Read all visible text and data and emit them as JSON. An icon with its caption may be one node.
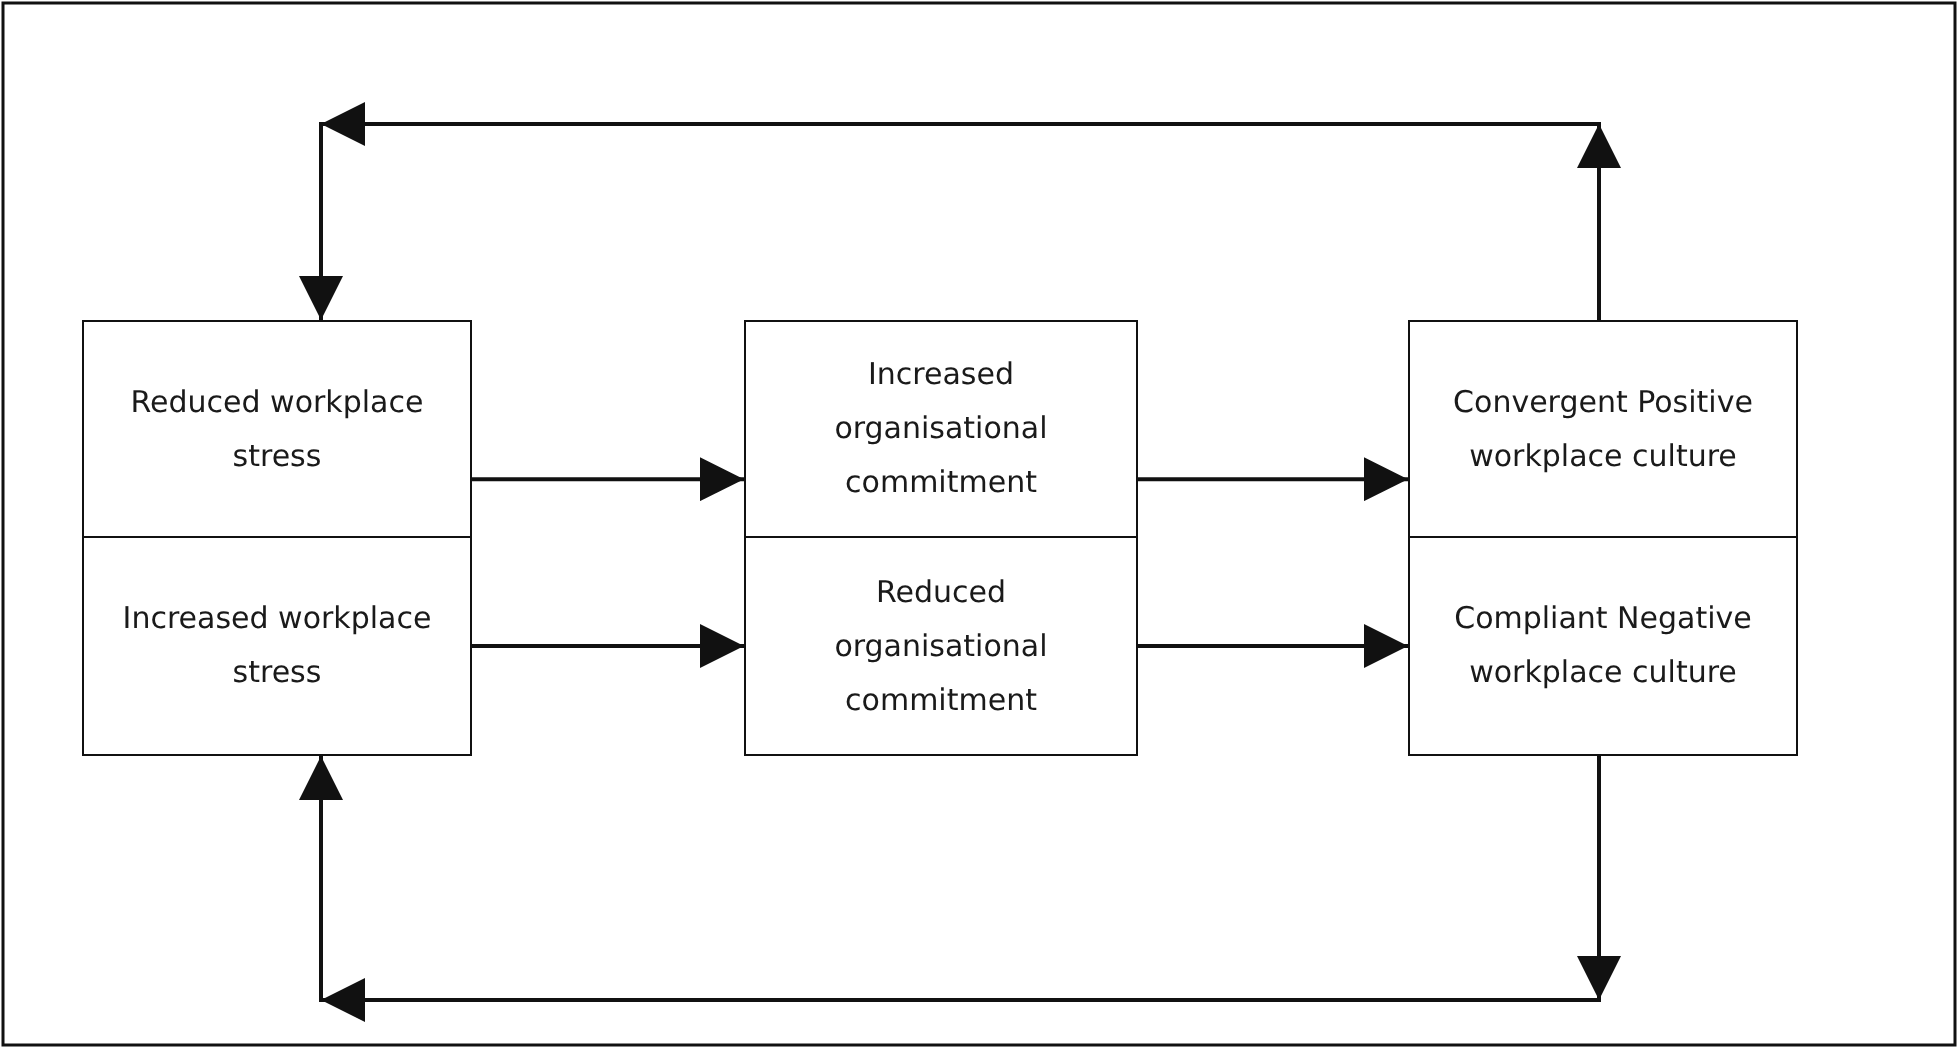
{
  "diagram": {
    "nodes": [
      {
        "text": [
          "Reduced workplace stress"
        ]
      },
      {
        "text": [
          "Increased workplace stress"
        ]
      },
      {
        "text": [
          "Increased organisational commitment"
        ]
      },
      {
        "text": [
          "Reduced organisational commitment"
        ]
      },
      {
        "text": [
          "Convergent Positive workplace culture"
        ]
      },
      {
        "text": [
          "Compliant Negative workplace culture"
        ]
      }
    ],
    "edges": [
      {
        "from": 0,
        "to": 2,
        "arrow": "to"
      },
      {
        "from": 1,
        "to": 3,
        "arrow": "to"
      },
      {
        "from": 2,
        "to": 4,
        "arrow": "to"
      },
      {
        "from": 3,
        "to": 5,
        "arrow": "to"
      },
      {
        "from": 4,
        "to": 0,
        "arrow": "to"
      },
      {
        "from": 5,
        "to": 1,
        "arrow": "to"
      }
    ]
  }
}
